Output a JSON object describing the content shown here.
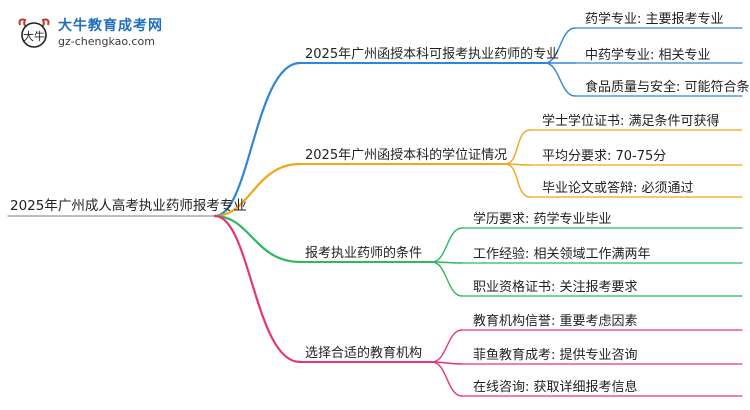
{
  "logo": {
    "name": "大牛教育成考网",
    "url": "gz-chengkao.com",
    "mark_text": "大牛"
  },
  "root": {
    "label": "2025年广州成人高考执业药师报考专业"
  },
  "branches": [
    {
      "label": "2025年广州函授本科可报考执业药师的专业",
      "color": "#2f86d8",
      "children": [
        "药学专业: 主要报考专业",
        "中药学专业: 相关专业",
        "食品质量与安全: 可能符合条件"
      ]
    },
    {
      "label": "2025年广州函授本科的学位证情况",
      "color": "#f0a818",
      "children": [
        "学士学位证书: 满足条件可获得",
        "平均分要求: 70-75分",
        "毕业论文或答辩: 必须通过"
      ]
    },
    {
      "label": "报考执业药师的条件",
      "color": "#2fb85f",
      "children": [
        "学历要求: 药学专业毕业",
        "工作经验: 相关领域工作满两年",
        "职业资格证书: 关注报考要求"
      ]
    },
    {
      "label": "选择合适的教育机构",
      "color": "#e8337a",
      "children": [
        "教育机构信誉: 重要考虑因素",
        "菲鱼教育成考: 提供专业咨询",
        "在线咨询: 获取详细报考信息"
      ]
    }
  ]
}
